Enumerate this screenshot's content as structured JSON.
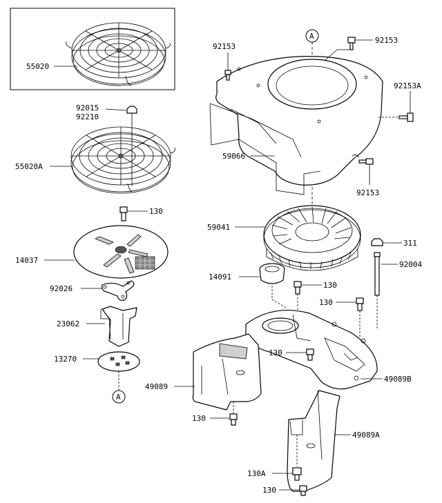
{
  "callouts": {
    "c55020": "55020",
    "c92015": "92015",
    "c92210": "92210",
    "c55020A": "55020A",
    "c130_a": "130",
    "c14037": "14037",
    "c92026": "92026",
    "c23062": "23062",
    "c13270": "13270",
    "c92153_left": "92153",
    "c92153_top": "92153",
    "c92153A": "92153A",
    "c59066": "59066",
    "c92153_right": "92153",
    "c59041": "59041",
    "c311": "311",
    "c92004": "92004",
    "c14091": "14091",
    "c130_b": "130",
    "c130_c": "130",
    "c130_d": "130",
    "c49089": "49089",
    "c49089B": "49089B",
    "c130_e": "130",
    "c49089A": "49089A",
    "c130A": "130A",
    "c130_f": "130"
  },
  "reference_marks": {
    "ref_top": "A",
    "ref_bottom": "A"
  }
}
